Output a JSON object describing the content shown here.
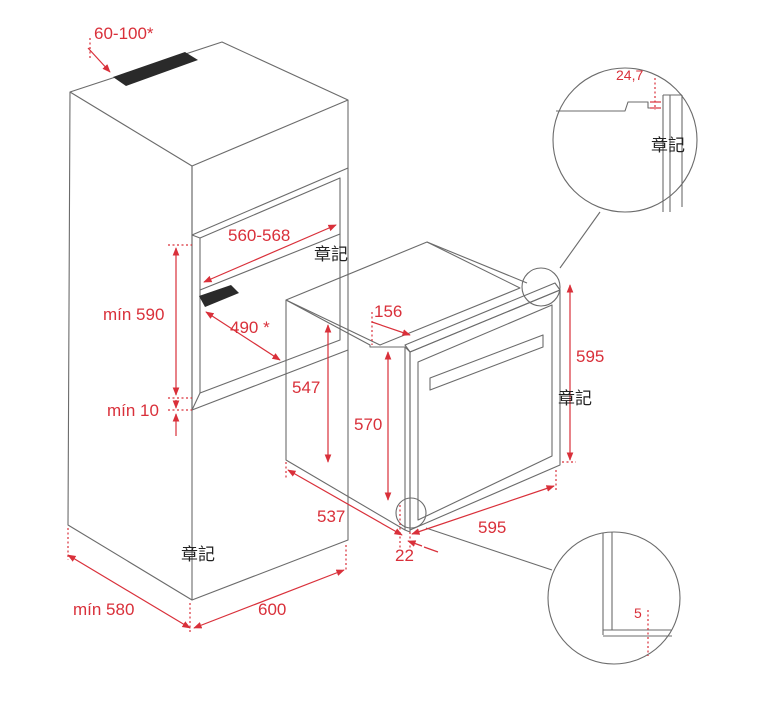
{
  "colors": {
    "line": "#6b6b6b",
    "dimension": "#d9303a",
    "vent": "#2a2a2a"
  },
  "dimensions": {
    "vent_top": "60-100*",
    "niche_width": "560-568",
    "min_height": "mín 590",
    "rear_vent": "490 *",
    "min_bottom": "mín 10",
    "min_depth": "mín 580",
    "cabinet_width": "600",
    "oven_top_step": "156",
    "oven_body_height": "547",
    "oven_front_height": "570",
    "oven_height": "595",
    "oven_depth": "537",
    "oven_width": "595",
    "front_offset": "22",
    "detail_top": "24,7",
    "detail_bottom": "5"
  },
  "stamps": [
    "章記",
    "章記",
    "章記",
    "章記"
  ]
}
